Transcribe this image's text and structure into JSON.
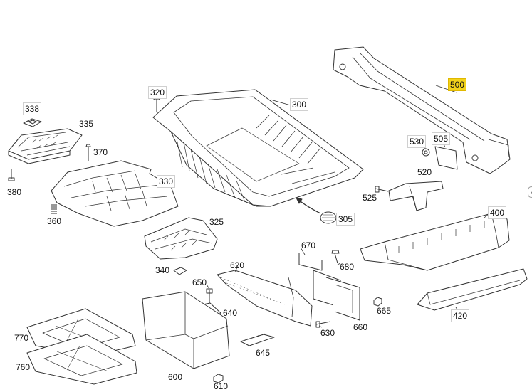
{
  "highlight_color": "#f2d21b",
  "parts": [
    {
      "id": "p338",
      "label": "338",
      "boxed": true,
      "highlight": false
    },
    {
      "id": "p335",
      "label": "335",
      "boxed": false,
      "highlight": false
    },
    {
      "id": "p370",
      "label": "370",
      "boxed": false,
      "highlight": false
    },
    {
      "id": "p380",
      "label": "380",
      "boxed": false,
      "highlight": false
    },
    {
      "id": "p320",
      "label": "320",
      "boxed": true,
      "highlight": false
    },
    {
      "id": "p300",
      "label": "300",
      "boxed": true,
      "highlight": false
    },
    {
      "id": "p330",
      "label": "330",
      "boxed": true,
      "highlight": false
    },
    {
      "id": "p360",
      "label": "360",
      "boxed": false,
      "highlight": false
    },
    {
      "id": "p325",
      "label": "325",
      "boxed": false,
      "highlight": false
    },
    {
      "id": "p305",
      "label": "305",
      "boxed": true,
      "highlight": false
    },
    {
      "id": "p500",
      "label": "500",
      "boxed": true,
      "highlight": true
    },
    {
      "id": "p530",
      "label": "530",
      "boxed": true,
      "highlight": false
    },
    {
      "id": "p505",
      "label": "505",
      "boxed": true,
      "highlight": false
    },
    {
      "id": "p520",
      "label": "520",
      "boxed": false,
      "highlight": false
    },
    {
      "id": "p525",
      "label": "525",
      "boxed": false,
      "highlight": false
    },
    {
      "id": "p400",
      "label": "400",
      "boxed": true,
      "highlight": false
    },
    {
      "id": "p670",
      "label": "670",
      "boxed": false,
      "highlight": false
    },
    {
      "id": "p680",
      "label": "680",
      "boxed": false,
      "highlight": false
    },
    {
      "id": "p620",
      "label": "620",
      "boxed": false,
      "highlight": false
    },
    {
      "id": "p340",
      "label": "340",
      "boxed": false,
      "highlight": false
    },
    {
      "id": "p650",
      "label": "650",
      "boxed": false,
      "highlight": false
    },
    {
      "id": "p640",
      "label": "640",
      "boxed": false,
      "highlight": false
    },
    {
      "id": "p665",
      "label": "665",
      "boxed": false,
      "highlight": false
    },
    {
      "id": "p420",
      "label": "420",
      "boxed": true,
      "highlight": false
    },
    {
      "id": "p630",
      "label": "630",
      "boxed": false,
      "highlight": false
    },
    {
      "id": "p660",
      "label": "660",
      "boxed": false,
      "highlight": false
    },
    {
      "id": "p645",
      "label": "645",
      "boxed": false,
      "highlight": false
    },
    {
      "id": "p770",
      "label": "770",
      "boxed": false,
      "highlight": false
    },
    {
      "id": "p760",
      "label": "760",
      "boxed": false,
      "highlight": false
    },
    {
      "id": "p600",
      "label": "600",
      "boxed": false,
      "highlight": false
    },
    {
      "id": "p610",
      "label": "610",
      "boxed": false,
      "highlight": false
    }
  ]
}
